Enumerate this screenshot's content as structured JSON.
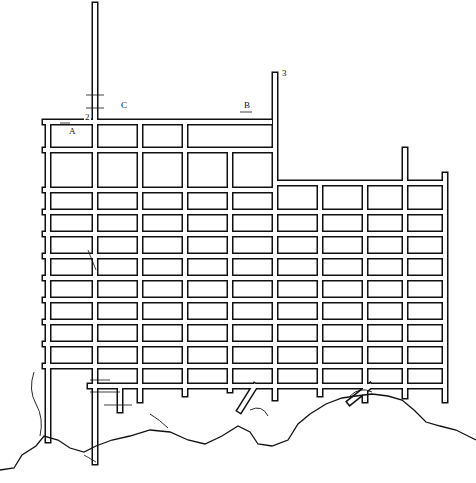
{
  "diagram": {
    "labels": [
      "A",
      "C",
      "B",
      "3",
      "2"
    ]
  }
}
